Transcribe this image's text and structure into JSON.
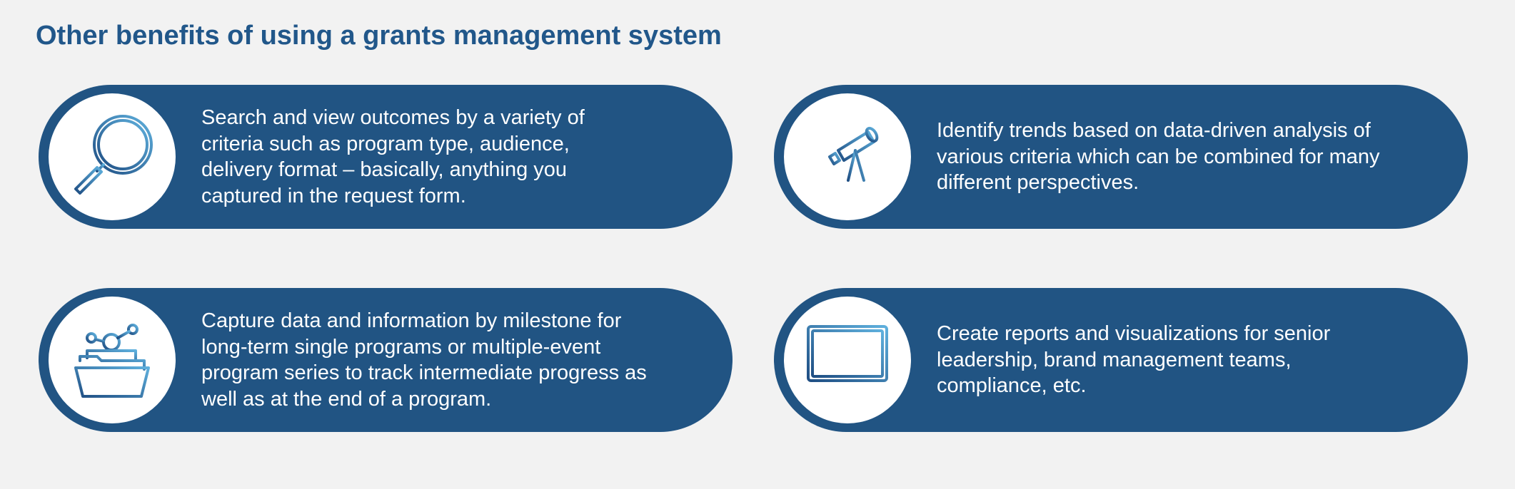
{
  "page": {
    "title": "Other benefits of using a grants management system"
  },
  "colors": {
    "background": "#f2f2f2",
    "title": "#21578a",
    "card": "#215483",
    "icon_gradient_start": "#1f4e83",
    "icon_gradient_end": "#5fb0dd"
  },
  "cards": [
    {
      "icon": "magnifier-chart-icon",
      "text": "Search and view outcomes by a variety of criteria such as program type, audience, delivery format – basically, anything you captured in the request form."
    },
    {
      "icon": "telescope-icon",
      "text": "Identify trends based on data-driven analysis of various criteria which can be combined for many different perspectives."
    },
    {
      "icon": "folder-network-icon",
      "text": "Capture data and information by milestone for long-term single programs or multiple-event program series to track intermediate progress as well as at the end of a program."
    },
    {
      "icon": "monitor-chart-icon",
      "text": "Create reports and visualizations for senior leadership, brand management teams, compliance, etc."
    }
  ]
}
